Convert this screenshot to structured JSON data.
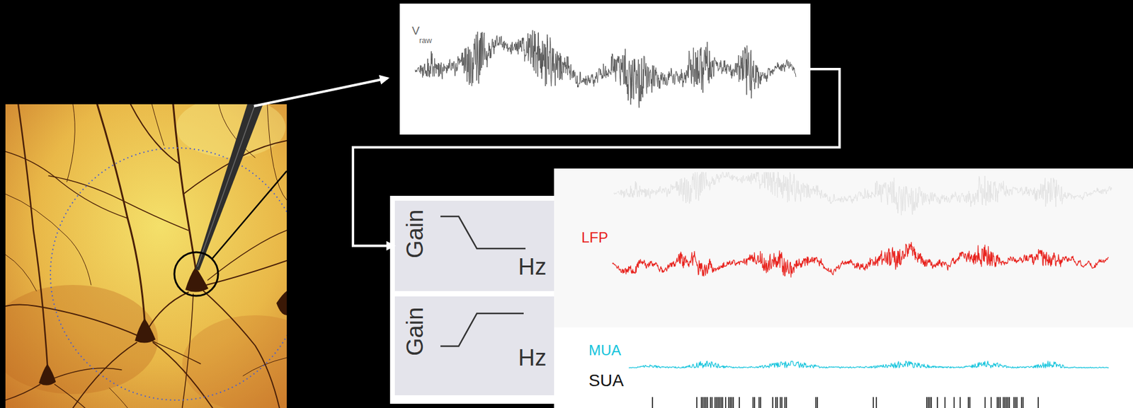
{
  "diagram": {
    "nodes": [
      {
        "text": [
          "V",
          "raw"
        ]
      },
      {
        "text": [
          "Gain",
          "Hz"
        ]
      },
      {
        "text": [
          "Gain",
          "Hz"
        ]
      },
      {
        "text": [
          "LFP",
          "MUA",
          "SUA"
        ]
      }
    ],
    "edges": [
      {
        "from": 0,
        "to": 1,
        "arrow": "to"
      }
    ]
  }
}
